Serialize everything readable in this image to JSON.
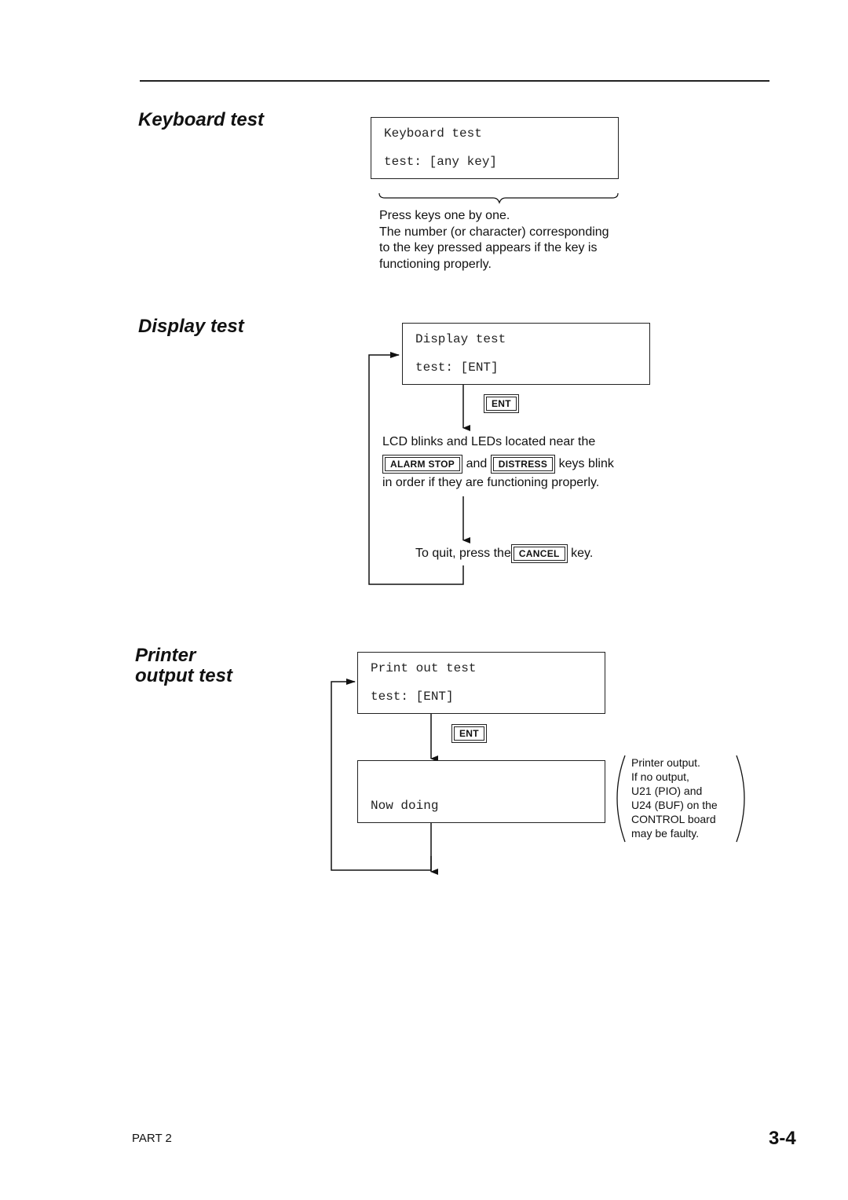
{
  "keyboard": {
    "heading": "Keyboard test",
    "lcd_line1": "Keyboard test",
    "lcd_line2": "test: [any key]",
    "desc_lines": [
      "Press keys one by one.",
      "The number (or character) corresponding",
      "to the key pressed appears if the key is",
      "functioning properly."
    ]
  },
  "display": {
    "heading": "Display test",
    "lcd_line1": "Display test",
    "lcd_line2": "test: [ENT]",
    "ent_key": "ENT",
    "desc_line1": "LCD blinks and LEDs located near the",
    "alarm_key": "ALARM STOP",
    "and_text": "and",
    "distress_key": "DISTRESS",
    "keys_blink": "keys blink",
    "desc_line3": "in order if they are functioning properly.",
    "quit_text": "To quit, press the",
    "cancel_key": "CANCEL",
    "key_text": "key."
  },
  "printer": {
    "heading_line1": "Printer",
    "heading_line2": "output test",
    "lcd_line1": "Print out test",
    "lcd_line2": "test: [ENT]",
    "ent_key": "ENT",
    "now_doing": "Now doing",
    "note_lines": [
      "Printer output.",
      "If no output,",
      "U21 (PIO) and",
      "U24 (BUF) on the",
      "CONTROL board",
      "may be faulty."
    ]
  },
  "footer": {
    "part": "PART 2",
    "page": "3-4"
  }
}
